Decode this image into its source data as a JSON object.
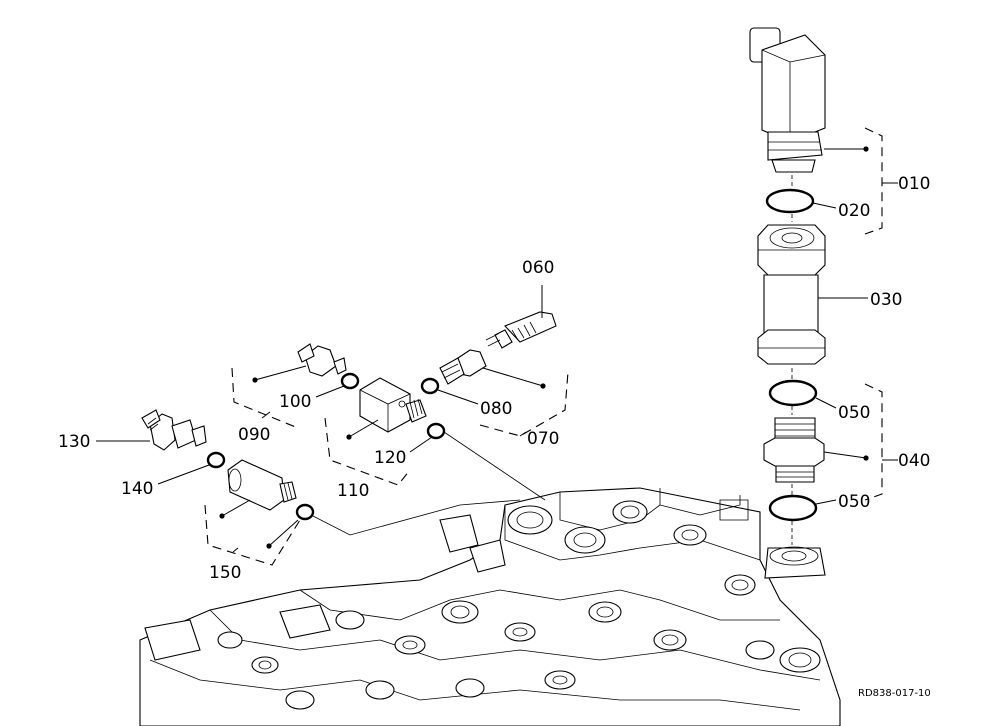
{
  "diagram": {
    "reference_code": "RD838-017-10",
    "callouts": {
      "c010": "010",
      "c020": "020",
      "c030": "030",
      "c040": "040",
      "c050a": "050",
      "c050b": "050",
      "c060": "060",
      "c070": "070",
      "c080": "080",
      "c090": "090",
      "c100": "100",
      "c110": "110",
      "c120": "120",
      "c130": "130",
      "c140": "140",
      "c150": "150"
    }
  }
}
